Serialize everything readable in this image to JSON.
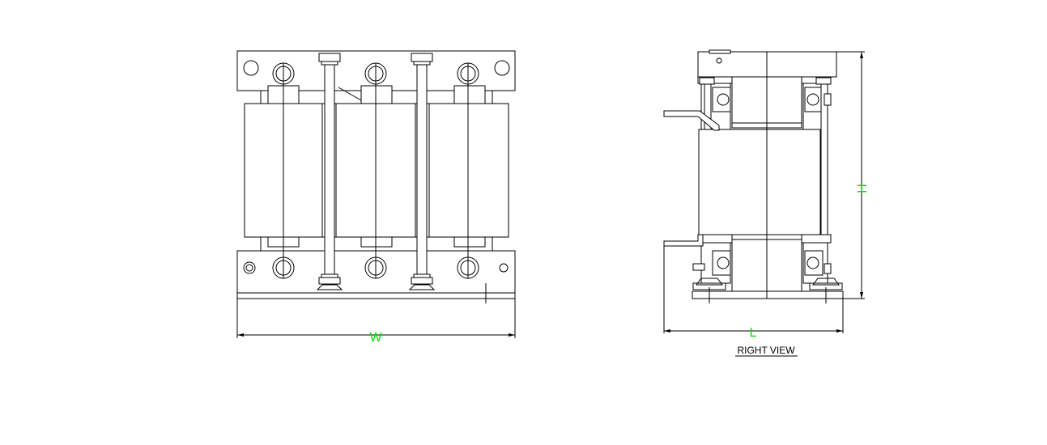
{
  "dimensions": {
    "width_label": "W",
    "height_label": "H",
    "length_label": "L"
  },
  "views": {
    "right_view_caption": "RIGHT VIEW"
  },
  "colors": {
    "line": "#000000",
    "dimension_text": "#00e000",
    "background": "#ffffff"
  }
}
